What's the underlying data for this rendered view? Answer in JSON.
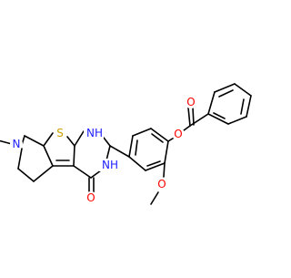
{
  "molecule": {
    "atoms": {
      "S": {
        "label": "S",
        "color": "#c8a000"
      },
      "N1H": {
        "label": "NH",
        "color": "#2020ff"
      },
      "N3H": {
        "label": "NH",
        "color": "#2020ff"
      },
      "N7": {
        "label": "N",
        "color": "#2020ff"
      },
      "OK": {
        "label": "O",
        "color": "#ff0000"
      },
      "OE": {
        "label": "O",
        "color": "#ff0000"
      },
      "OC": {
        "label": "O",
        "color": "#ff0000"
      },
      "OM": {
        "label": "O",
        "color": "#ff0000"
      }
    },
    "bond_color": "#000000",
    "background": "#ffffff"
  }
}
